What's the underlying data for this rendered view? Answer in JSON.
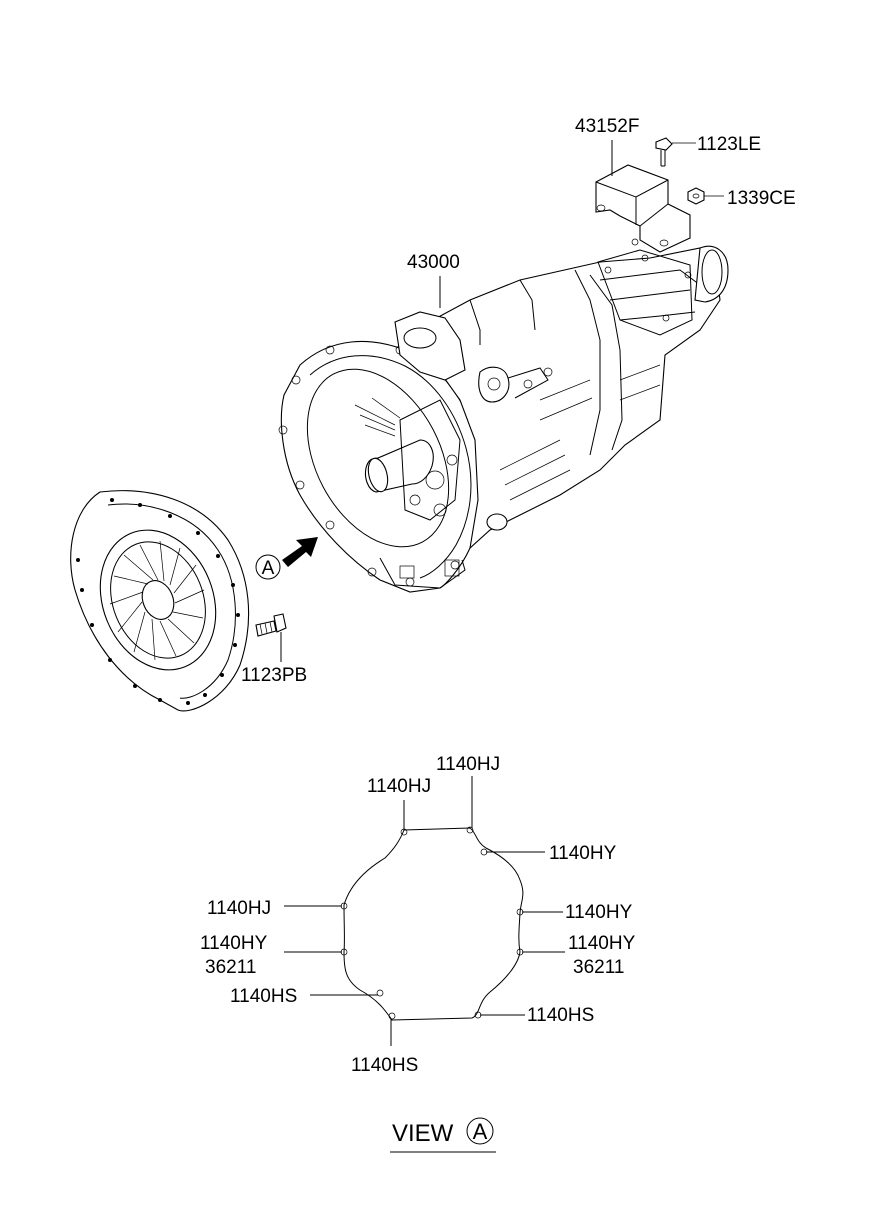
{
  "parts": {
    "p43152F": "43152F",
    "p1123LE": "1123LE",
    "p1339CE": "1339CE",
    "p43000": "43000",
    "p1123PB": "1123PB"
  },
  "arrow_marker": "A",
  "view_a": {
    "hj_top_right": "1140HJ",
    "hj_top_left": "1140HJ",
    "hy_top_right": "1140HY",
    "hj_left": "1140HJ",
    "hy_right": "1140HY",
    "hy_left": "1140HY",
    "n36211_left": "36211",
    "hy_right_lower": "1140HY",
    "n36211_right": "36211",
    "hs_left": "1140HS",
    "hs_right": "1140HS",
    "hs_bottom": "1140HS"
  },
  "view_title": {
    "text": "VIEW",
    "marker": "A"
  }
}
